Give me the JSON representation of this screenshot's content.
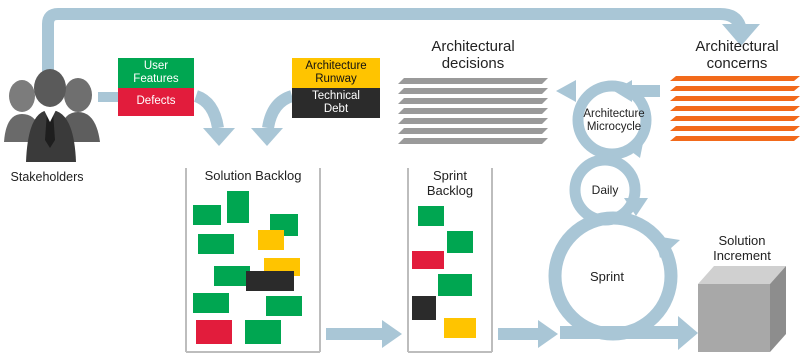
{
  "diagram": {
    "stakeholders": {
      "label": "Stakeholders"
    },
    "user_features": {
      "label": "User\nFeatures"
    },
    "defects": {
      "label": "Defects"
    },
    "architecture_runway": {
      "label": "Architecture\nRunway"
    },
    "technical_debt": {
      "label": "Technical\nDebt"
    },
    "architectural_decisions": {
      "label": "Architectural\ndecisions"
    },
    "architectural_concerns": {
      "label": "Architectural\nconcerns"
    },
    "solution_backlog": {
      "label": "Solution Backlog"
    },
    "sprint_backlog": {
      "label": "Sprint\nBacklog"
    },
    "architecture_microcycle": {
      "label": "Architecture\nMicrocycle"
    },
    "daily": {
      "label": "Daily"
    },
    "sprint": {
      "label": "Sprint"
    },
    "solution_increment": {
      "label": "Solution\nIncrement"
    }
  },
  "colors": {
    "arrow": "#a9c6d6",
    "green": "#00a651",
    "red": "#e21c3c",
    "yellow": "#ffc400",
    "black": "#2b2b2b",
    "orange": "#f26a1b",
    "gray_line": "#9a9a9a"
  }
}
